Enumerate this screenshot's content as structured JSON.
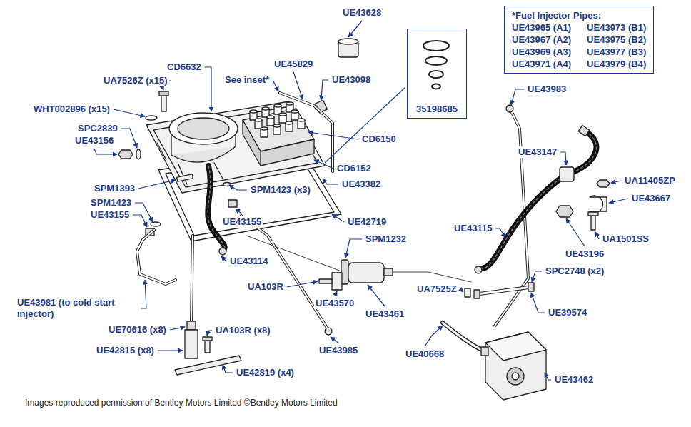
{
  "diagram": {
    "caption": "Images reproduced permission of Bentley Motors Limited ©Bentley Motors Limited",
    "nodes": [
      {
        "text": [
          "*Fuel Injector Pipes:",
          "UE43965 (A1)",
          "UE43973 (B1)",
          "UE43967 (A2)",
          "UE43975 (B2)",
          "UE43969 (A3)",
          "UE43977 (B3)",
          "UE43971 (A4)",
          "UE43979 (B4)"
        ]
      },
      {
        "text": [
          "35198685"
        ]
      }
    ],
    "labels": [
      "UE43628",
      "UA7526Z (x15)",
      "CD6632",
      "See inset*",
      "UE45829",
      "UE43098",
      "WHT002896 (x15)",
      "SPC2839",
      "UE43156",
      "CD6150",
      "CD6152",
      "UE43382",
      "SPM1393",
      "SPM1423 (x3)",
      "SPM1423",
      "UE43155",
      "UE43155",
      "UE42719",
      "SPM1232",
      "UE43114",
      "UA103R",
      "UE43570",
      "UE43461",
      "UE43981 (to cold start injector)",
      "UE70616 (x8)",
      "UA103R (x8)",
      "UE42815 (x8)",
      "UE43985",
      "UE42819 (x4)",
      "UE43983",
      "UE43147",
      "UA11405ZP",
      "UE43667",
      "UE43115",
      "UA1501SS",
      "UE43196",
      "SPC2748 (x2)",
      "UA7525Z",
      "UE39574",
      "UE40668",
      "UE43462"
    ]
  }
}
